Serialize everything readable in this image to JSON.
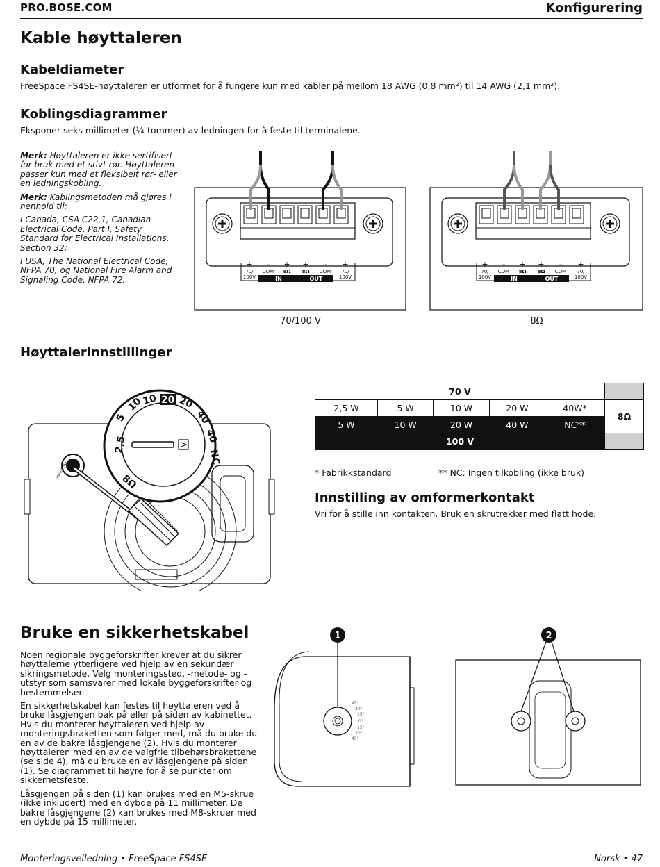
{
  "header": {
    "site": "PRO.BOSE.COM",
    "section": "Konfigurering"
  },
  "title_main": "Kable høyttaleren",
  "cable": {
    "heading": "Kabeldiameter",
    "text": "FreeSpace FS4SE-høyttaleren er utformet for å fungere kun med kabler på mellom 18 AWG (0,8 mm²) til 14 AWG (2,1 mm²)."
  },
  "wiring": {
    "heading": "Koblingsdiagrammer",
    "text": "Eksponer seks millimeter (¼-tommer) av ledningen for å feste til terminalene.",
    "notes": [
      {
        "label": "Merk:",
        "text": "Høyttaleren er ikke sertifisert for bruk med et stivt rør. Høyttaleren passer kun med et fleksibelt rør- eller en ledningskobling."
      },
      {
        "label": "Merk:",
        "text": "Kablingsmetoden må gjøres i henhold til:"
      },
      {
        "label": "",
        "text": "I Canada, CSA C22.1, Canadian Electrical Code, Part I, Safety Standard for Electrical Installations, Section 32;"
      },
      {
        "label": "",
        "text": "I USA, The National Electrical Code, NFPA 70, og National Fire Alarm and Signaling Code, NFPA 72."
      }
    ],
    "diagram_70v_caption": "70/100 V",
    "diagram_8ohm_caption": "8Ω",
    "terminal": {
      "plus": "+",
      "minus": "–",
      "v70": "70/",
      "v100": "100V",
      "com": "COM",
      "ohm": "8Ω",
      "in": "IN",
      "out": "OUT"
    }
  },
  "settings": {
    "heading": "Høyttalerinnstillinger",
    "dial": {
      "left": [
        "2,5",
        "5",
        "10"
      ],
      "top": [
        "10",
        "20",
        "20"
      ],
      "right": [
        "40",
        "40",
        "NC"
      ],
      "bottom": "8Ω",
      "small_label": "100V/2.5W"
    },
    "table": {
      "top_header": "70 V",
      "row_70": [
        "2,5 W",
        "5 W",
        "10 W",
        "20 W",
        "40W*"
      ],
      "row_100": [
        "5 W",
        "10 W",
        "20 W",
        "40 W",
        "NC**"
      ],
      "bottom_header": "100 V",
      "ohm_cell": "8Ω"
    },
    "footnote_default": "* Fabrikkstandard",
    "footnote_nc": "** NC: Ingen tilkobling (ikke bruk)",
    "tap_heading": "Innstilling av omformerkontakt",
    "tap_text": "Vri for å stille inn kontakten. Bruk en skrutrekker med flatt hode."
  },
  "safety": {
    "heading": "Bruke en sikkerhetskabel",
    "paragraphs": [
      "Noen regionale byggeforskrifter krever at du sikrer høyttalerne ytterligere ved hjelp av en sekundær sikringsmetode. Velg monteringssted, -metode- og -utstyr som samsvarer med lokale byggeforskrifter og bestemmelser.",
      "En sikkerhetskabel kan festes til høyttaleren ved å bruke låsgjengen bak på eller på siden av kabinettet. Hvis du monterer høyttaleren ved hjelp av monteringsbraketten som følger med, må du bruke du en av de bakre låsgjengene (2). Hvis du monterer høyttaleren med en av de valgfrie tilbehørsbrakettene (se side 4), må du bruke en av låsgjengene på siden (1). Se diagrammet til høyre for å se punkter om sikkerhetsfeste.",
      "Låsgjengen på siden (1) kan brukes med en M5-skrue (ikke inkludert) med en dybde på 11 millimeter. De bakre låsgjengene (2) kan brukes med M8-skruer med en dybde på 15 millimeter."
    ],
    "callout_1": "1",
    "callout_2": "2",
    "angles": [
      "45°",
      "30°",
      "15°",
      "0°",
      "15°",
      "30°",
      "45°"
    ]
  },
  "footer": {
    "left": "Monteringsveiledning • FreeSpace FS4SE",
    "right": "Norsk • 47"
  }
}
